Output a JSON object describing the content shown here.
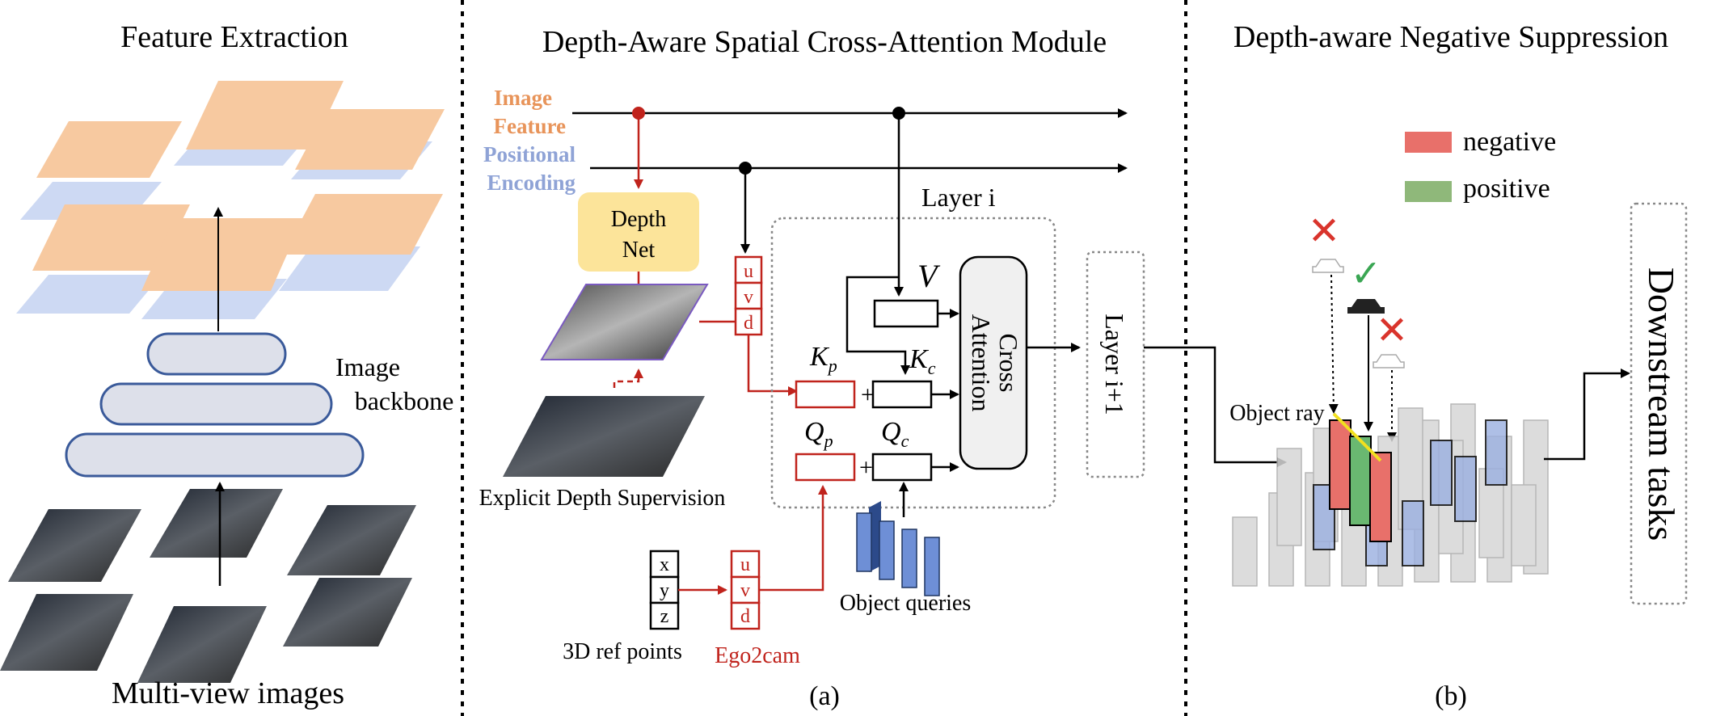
{
  "sections": {
    "feature_extraction": "Feature Extraction",
    "dasca": "Depth-Aware Spatial Cross-Attention Module",
    "negative_suppression": "Depth-aware Negative Suppression"
  },
  "left": {
    "backbone_line1": "Image",
    "backbone_line2": "backbone",
    "multiview": "Multi-view images"
  },
  "middle": {
    "image_feature_1": "Image",
    "image_feature_2": "Feature",
    "positional_1": "Positional",
    "positional_2": "Encoding",
    "depth_net_1": "Depth",
    "depth_net_2": "Net",
    "explicit_depth": "Explicit Depth Supervision",
    "layer_i": "Layer i",
    "layer_i1": "Layer i+1",
    "uvd_top": [
      "u",
      "v",
      "d"
    ],
    "uvd_bottom": [
      "u",
      "v",
      "d"
    ],
    "xyz": [
      "x",
      "y",
      "z"
    ],
    "v_label": "V",
    "kp": "K",
    "kp_sub": "p",
    "kc": "K",
    "kc_sub": "c",
    "qp": "Q",
    "qp_sub": "p",
    "qc": "Q",
    "qc_sub": "c",
    "plus": "+",
    "cross_attention_1": "Cross",
    "cross_attention_2": "Attention",
    "object_queries": "Object queries",
    "ref_points": "3D ref points",
    "ego2cam": "Ego2cam",
    "caption": "(a)"
  },
  "right": {
    "legend": [
      {
        "label": "negative",
        "color": "#e8706a"
      },
      {
        "label": "positive",
        "color": "#8fb87a"
      }
    ],
    "object_ray": "Object ray",
    "downstream": "Downstream tasks",
    "caption": "(b)"
  },
  "colors": {
    "orange_text": "#e8945a",
    "blue_text": "#8fa3d6",
    "red": "#c0231c",
    "depth_net_fill": "#fce49a",
    "backbone_fill": "#dde0ea",
    "backbone_stroke": "#3a5a9a",
    "orange_plane": "#f7c9a0",
    "blue_plane": "#cdd9f3"
  }
}
